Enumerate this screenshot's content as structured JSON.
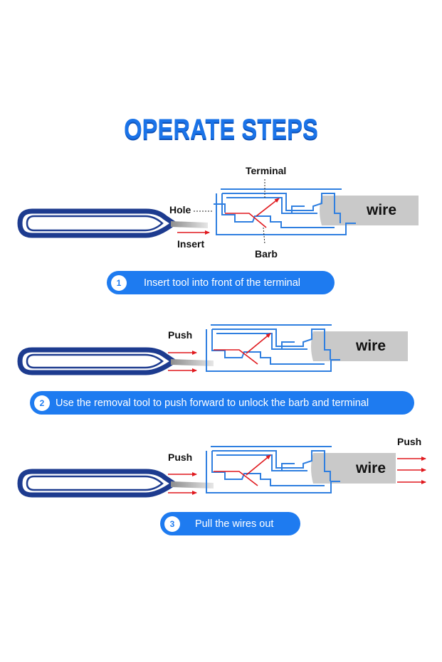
{
  "title": "OPERATE STEPS",
  "labels": {
    "terminal": "Terminal",
    "hole": "Hole",
    "insert": "Insert",
    "barb": "Barb",
    "push": "Push",
    "wire": "wire"
  },
  "steps": [
    {
      "number": "1",
      "text": "Insert tool into front of the terminal"
    },
    {
      "number": "2",
      "text": "Use the removal tool to push forward to unlock the barb and terminal"
    },
    {
      "number": "3",
      "text": "Pull the wires out"
    }
  ],
  "colors": {
    "title": "#1a73e8",
    "pill": "#1e7bf0",
    "tool": "#1d3b8f",
    "housing": "#2f7fe0",
    "arrow": "#e0191e",
    "wire": "#c9c9c9"
  }
}
